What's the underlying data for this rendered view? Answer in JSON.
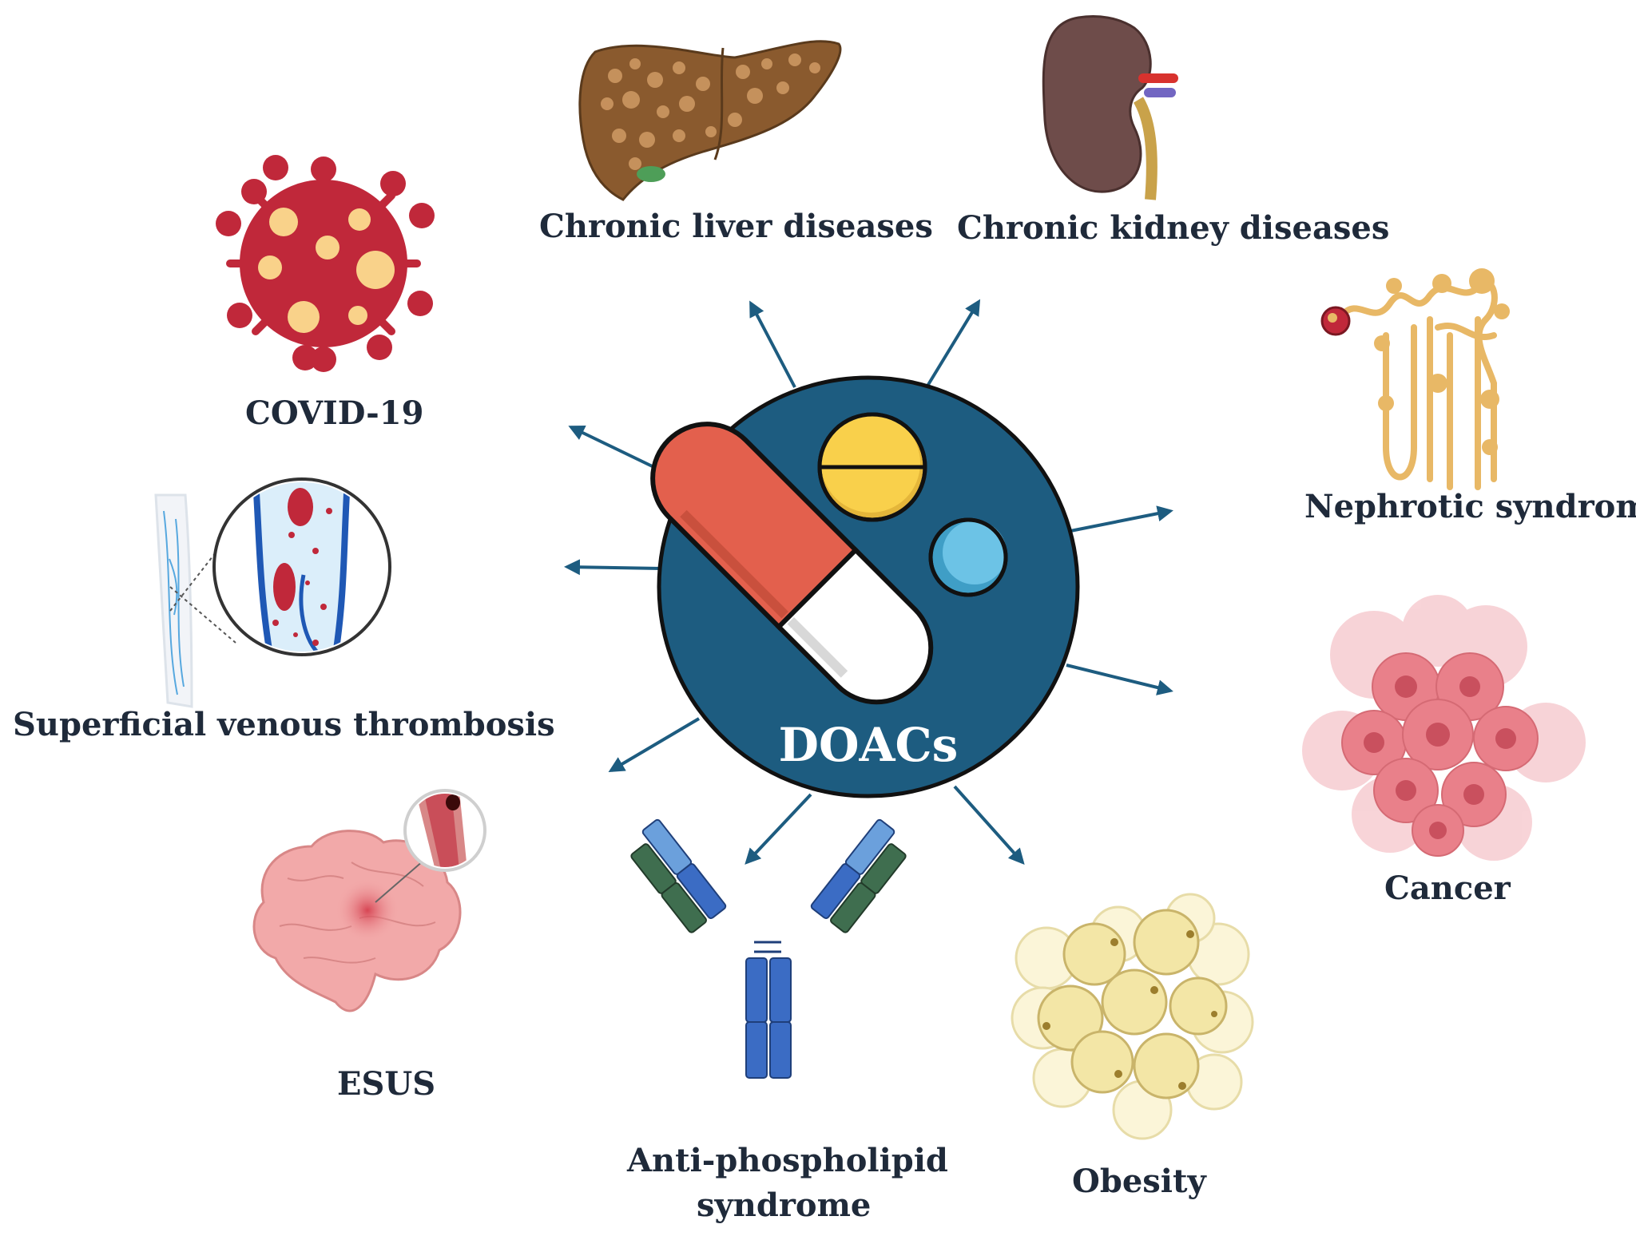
{
  "center": {
    "label": "DOACs"
  },
  "conditions": {
    "covid": "COVID-19",
    "liver": "Chronic liver diseases",
    "kidney": "Chronic kidney diseases",
    "nephrotic": "Nephrotic syndrome",
    "svt": "Superficial venous thrombosis",
    "cancer": "Cancer",
    "esus": "ESUS",
    "aps_line1": "Anti-phospholipid",
    "aps_line2": "syndrome",
    "obesity": "Obesity"
  },
  "colors": {
    "hub": "#1d5c80",
    "arrow": "#1d5c80",
    "text": "#1f2a3a",
    "virus": "#c0283a",
    "virus_spot": "#f9d28a",
    "capsule_red": "#e3604d",
    "tablet_yellow": "#f9d04b",
    "tablet_blue": "#6cc3e6",
    "liver": "#8a5a2e",
    "kidney": "#6e4c4a",
    "nephron": "#e8b866",
    "cancer": "#e9808a",
    "fat": "#f3e6a6",
    "antibody_blue": "#3b6cc4",
    "antibody_green": "#3f6e4f",
    "brain": "#f2a9a9"
  }
}
